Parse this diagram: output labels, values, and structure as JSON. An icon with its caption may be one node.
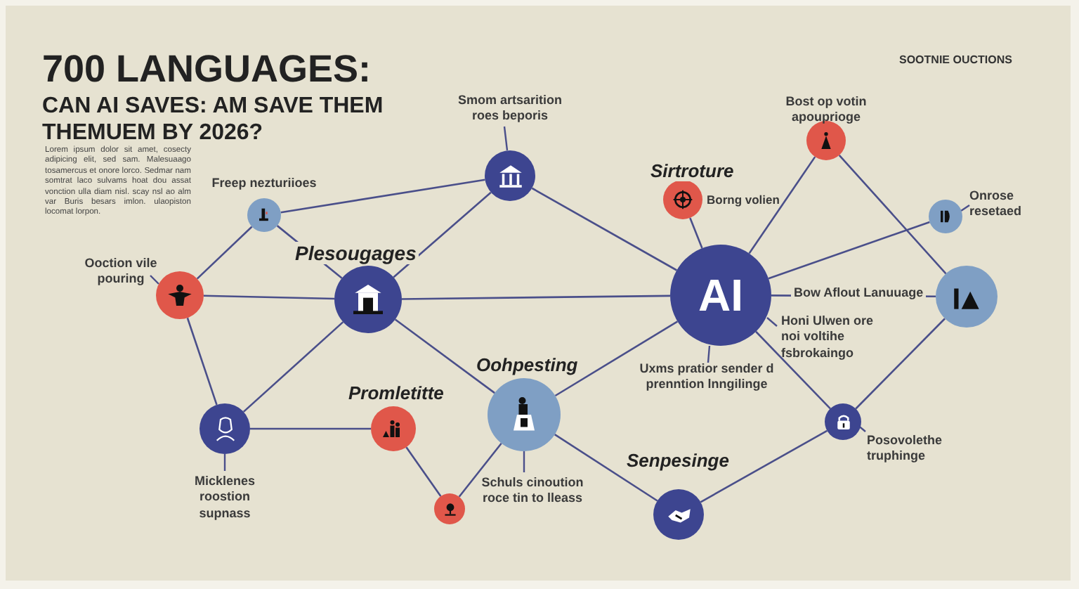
{
  "diagram": {
    "title": "700 LANGUAGES:",
    "nodes": [
      {
        "text": [
          "Freep nezturiioes"
        ]
      },
      {
        "text": [
          "Ooction vile pouring"
        ]
      },
      {
        "text": [
          "Plesougages"
        ]
      },
      {
        "text": [
          "Smom artsarition roes beporis"
        ]
      },
      {
        "text": [
          "Micklenes roostion supnass"
        ]
      },
      {
        "text": [
          "Promletitte"
        ]
      },
      {
        "text": [],
        "shape": "circle"
      },
      {
        "text": [
          "Oohpesting",
          "Schuls cinoution roce tin to lleass"
        ]
      },
      {
        "text": [
          "Sirtroture",
          "Borng volien"
        ]
      },
      {
        "text": [
          "AI",
          "Uxms pratior sender d prenntion lnngilinge",
          "Honi Ulwen ore noi voltihe fsbrokaingo"
        ]
      },
      {
        "text": [
          "Bost op votin apouprioge"
        ]
      },
      {
        "text": [
          "Onrose resetaed"
        ]
      },
      {
        "text": [],
        "shape": "circle"
      },
      {
        "text": [
          "Posovolethe truphinge"
        ]
      },
      {
        "text": [
          "Senpesinge"
        ]
      }
    ],
    "edges": [
      {
        "from": 0,
        "to": 1,
        "arrow": "none"
      },
      {
        "from": 0,
        "to": 2,
        "arrow": "none"
      },
      {
        "from": 0,
        "to": 3,
        "arrow": "none"
      },
      {
        "from": 1,
        "to": 2,
        "arrow": "none"
      },
      {
        "from": 1,
        "to": 4,
        "arrow": "none"
      },
      {
        "from": 2,
        "to": 3,
        "arrow": "none"
      },
      {
        "from": 2,
        "to": 9,
        "arrow": "none"
      },
      {
        "from": 2,
        "to": 7,
        "arrow": "none"
      },
      {
        "from": 4,
        "to": 2,
        "arrow": "none"
      },
      {
        "from": 4,
        "to": 5,
        "arrow": "none"
      },
      {
        "from": 5,
        "to": 6,
        "arrow": "none"
      },
      {
        "from": 6,
        "to": 7,
        "arrow": "none"
      },
      {
        "from": 3,
        "to": 9,
        "arrow": "none"
      },
      {
        "from": 8,
        "to": 9,
        "arrow": "none"
      },
      {
        "from": 9,
        "to": 10,
        "arrow": "none"
      },
      {
        "from": 9,
        "to": 11,
        "arrow": "none"
      },
      {
        "from": 9,
        "to": 12,
        "arrow": "none",
        "label": "Bow Aflout Lanuuage"
      },
      {
        "from": 9,
        "to": 13,
        "arrow": "none"
      },
      {
        "from": 7,
        "to": 9,
        "arrow": "none"
      },
      {
        "from": 7,
        "to": 14,
        "arrow": "none"
      },
      {
        "from": 14,
        "to": 13,
        "arrow": "none"
      },
      {
        "from": 10,
        "to": 12,
        "arrow": "none"
      },
      {
        "from": 12,
        "to": 13,
        "arrow": "none"
      }
    ],
    "labels": [
      "CAN AI SAVES: AM SAVE THEM THEMUEM BY 2026?",
      "Lorem ipsum dolor sit amet, cosecty adipicing elit, sed sam. Malesuaago tosamercus et onore lorco. Sedmar nam somtrat laco sulvams hoat dou assat vonction ulla diam nisl. scay nsl ao alm var Buris besars imlon. ulaopiston locomat lorpon.",
      "SOOTNIE OUCTIONS"
    ]
  }
}
